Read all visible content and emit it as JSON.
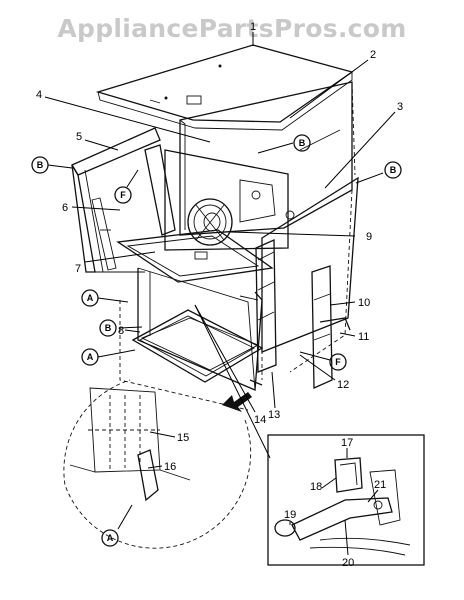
{
  "watermark": "AppliancePartsPros.com",
  "part_numbers": [
    "1",
    "2",
    "3",
    "4",
    "5",
    "6",
    "7",
    "8",
    "9",
    "10",
    "11",
    "12",
    "13",
    "14",
    "15",
    "16",
    "17",
    "18",
    "19",
    "20",
    "21"
  ],
  "callouts": [
    "A",
    "A",
    "A",
    "B",
    "B",
    "B",
    "B",
    "F",
    "F"
  ]
}
